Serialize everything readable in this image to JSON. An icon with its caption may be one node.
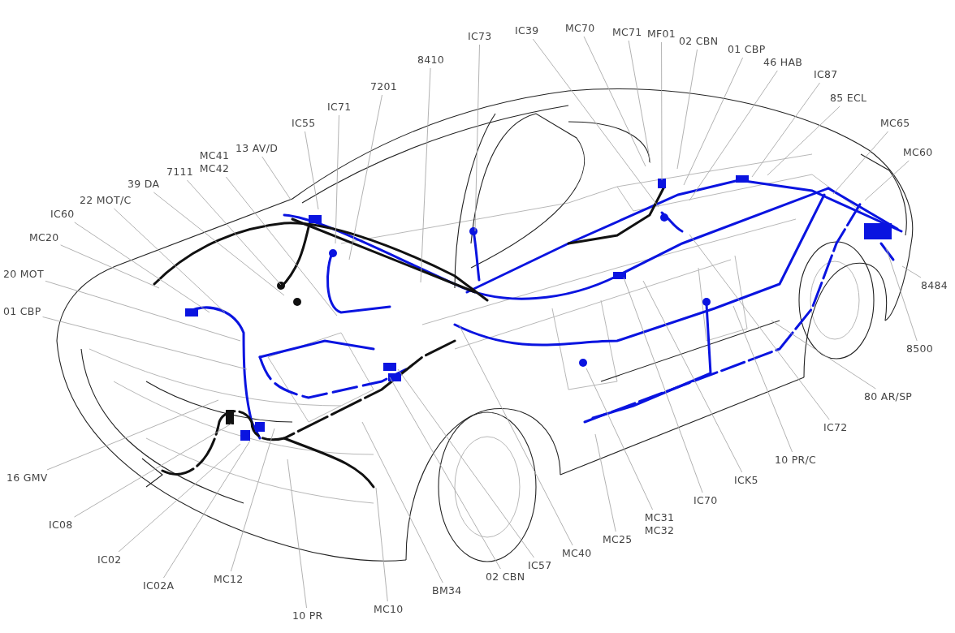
{
  "diagram": {
    "nodes": [
      {
        "text": [
          "IC73"
        ]
      },
      {
        "text": [
          "IC39"
        ]
      },
      {
        "text": [
          "MC70"
        ]
      },
      {
        "text": [
          "MC71"
        ]
      },
      {
        "text": [
          "MF01"
        ]
      },
      {
        "text": [
          "02 CBN"
        ]
      },
      {
        "text": [
          "01 CBP"
        ]
      },
      {
        "text": [
          "46 HAB"
        ]
      },
      {
        "text": [
          "IC87"
        ]
      },
      {
        "text": [
          "85 ECL"
        ]
      },
      {
        "text": [
          "MC65"
        ]
      },
      {
        "text": [
          "MC60"
        ]
      },
      {
        "text": [
          "8410"
        ]
      },
      {
        "text": [
          "7201"
        ]
      },
      {
        "text": [
          "IC71"
        ]
      },
      {
        "text": [
          "IC55"
        ]
      },
      {
        "text": [
          "13 AV/D"
        ]
      },
      {
        "text": [
          "MC41 MC42"
        ]
      },
      {
        "text": [
          "7111"
        ]
      },
      {
        "text": [
          "39 DA"
        ]
      },
      {
        "text": [
          "22 MOT/C"
        ]
      },
      {
        "text": [
          "IC60"
        ]
      },
      {
        "text": [
          "MC20"
        ]
      },
      {
        "text": [
          "20 MOT"
        ]
      },
      {
        "text": [
          "01 CBP"
        ]
      },
      {
        "text": [
          "8484"
        ]
      },
      {
        "text": [
          "8500"
        ]
      },
      {
        "text": [
          "80 AR/SP"
        ]
      },
      {
        "text": [
          "IC72"
        ]
      },
      {
        "text": [
          "10 PR/C"
        ]
      },
      {
        "text": [
          "ICK5"
        ]
      },
      {
        "text": [
          "IC70"
        ]
      },
      {
        "text": [
          "MC31 MC32"
        ]
      },
      {
        "text": [
          "MC25"
        ]
      },
      {
        "text": [
          "MC40"
        ]
      },
      {
        "text": [
          "IC57"
        ]
      },
      {
        "text": [
          "02 CBN"
        ]
      },
      {
        "text": [
          "BM34"
        ]
      },
      {
        "text": [
          "MC10"
        ]
      },
      {
        "text": [
          "10 PR"
        ]
      },
      {
        "text": [
          "MC12"
        ]
      },
      {
        "text": [
          "IC02A"
        ]
      },
      {
        "text": [
          "IC02"
        ]
      },
      {
        "text": [
          "IC08"
        ]
      },
      {
        "text": [
          "16 GMV"
        ]
      }
    ],
    "edges": [
      {
        "from": 0,
        "to": null,
        "arrow": "none"
      },
      {
        "from": 1,
        "to": null,
        "arrow": "none"
      },
      {
        "from": 2,
        "to": null,
        "arrow": "none"
      },
      {
        "from": 3,
        "to": null,
        "arrow": "none"
      },
      {
        "from": 4,
        "to": null,
        "arrow": "none"
      },
      {
        "from": 5,
        "to": null,
        "arrow": "none"
      },
      {
        "from": 6,
        "to": null,
        "arrow": "none"
      },
      {
        "from": 7,
        "to": null,
        "arrow": "none"
      },
      {
        "from": 8,
        "to": null,
        "arrow": "none"
      },
      {
        "from": 9,
        "to": null,
        "arrow": "none"
      },
      {
        "from": 10,
        "to": null,
        "arrow": "none"
      },
      {
        "from": 11,
        "to": null,
        "arrow": "none"
      },
      {
        "from": 12,
        "to": null,
        "arrow": "none"
      },
      {
        "from": 13,
        "to": null,
        "arrow": "none"
      },
      {
        "from": 14,
        "to": null,
        "arrow": "none"
      },
      {
        "from": 15,
        "to": null,
        "arrow": "none"
      },
      {
        "from": 16,
        "to": null,
        "arrow": "none"
      },
      {
        "from": 17,
        "to": null,
        "arrow": "none"
      },
      {
        "from": 18,
        "to": null,
        "arrow": "none"
      },
      {
        "from": 19,
        "to": null,
        "arrow": "none"
      },
      {
        "from": 20,
        "to": null,
        "arrow": "none"
      },
      {
        "from": 21,
        "to": null,
        "arrow": "none"
      },
      {
        "from": 22,
        "to": null,
        "arrow": "none"
      },
      {
        "from": 23,
        "to": null,
        "arrow": "none"
      },
      {
        "from": 24,
        "to": null,
        "arrow": "none"
      },
      {
        "from": 25,
        "to": null,
        "arrow": "none"
      },
      {
        "from": 26,
        "to": null,
        "arrow": "none"
      },
      {
        "from": 27,
        "to": null,
        "arrow": "none"
      },
      {
        "from": 28,
        "to": null,
        "arrow": "none"
      },
      {
        "from": 29,
        "to": null,
        "arrow": "none"
      },
      {
        "from": 30,
        "to": null,
        "arrow": "none"
      },
      {
        "from": 31,
        "to": null,
        "arrow": "none"
      },
      {
        "from": 32,
        "to": null,
        "arrow": "none"
      },
      {
        "from": 33,
        "to": null,
        "arrow": "none"
      },
      {
        "from": 34,
        "to": null,
        "arrow": "none"
      },
      {
        "from": 35,
        "to": null,
        "arrow": "none"
      },
      {
        "from": 36,
        "to": null,
        "arrow": "none"
      },
      {
        "from": 37,
        "to": null,
        "arrow": "none"
      },
      {
        "from": 38,
        "to": null,
        "arrow": "none"
      },
      {
        "from": 39,
        "to": null,
        "arrow": "none"
      },
      {
        "from": 40,
        "to": null,
        "arrow": "none"
      },
      {
        "from": 41,
        "to": null,
        "arrow": "none"
      },
      {
        "from": 42,
        "to": null,
        "arrow": "none"
      },
      {
        "from": 43,
        "to": null,
        "arrow": "none"
      },
      {
        "from": 44,
        "to": null,
        "arrow": "none"
      }
    ]
  }
}
